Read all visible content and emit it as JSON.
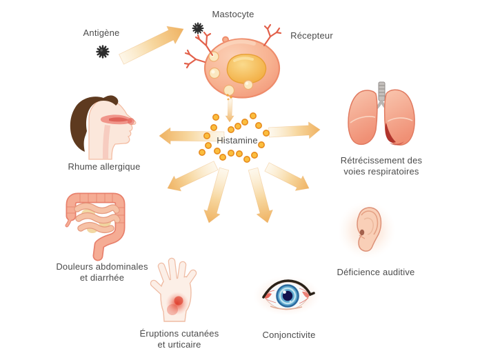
{
  "figure": {
    "title_theme": "histamine-allergy-diagram",
    "background": "#FFFFFF",
    "text_color": "#4A4A4A",
    "labels": {
      "antigen": "Antigène",
      "mastocyte": "Mastocyte",
      "receptor": "Récepteur",
      "histamine": "Histamine"
    },
    "effects": [
      {
        "id": "rhume-allergique",
        "icon": "head-profile-nose-icon",
        "lines": [
          "Rhume allergique"
        ]
      },
      {
        "id": "voies-respiratoires",
        "icon": "lungs-icon",
        "lines": [
          "Rétrécissement des",
          "voies respiratoires"
        ]
      },
      {
        "id": "douleurs-abdominales",
        "icon": "intestines-icon",
        "lines": [
          "Douleurs abdominales",
          "et diarrhée"
        ]
      },
      {
        "id": "eruptions-cutanees",
        "icon": "hand-rash-icon",
        "lines": [
          "Éruptions cutanées",
          "et urticaire"
        ]
      },
      {
        "id": "conjonctivite",
        "icon": "eye-icon",
        "lines": [
          "Conjonctivite"
        ]
      },
      {
        "id": "deficience-auditive",
        "icon": "ear-icon",
        "lines": [
          "Déficience auditive"
        ]
      }
    ],
    "colors": {
      "arrow": "#EFB262",
      "arrow_pale": "#FCF1DA",
      "histamine_dot": "#FBBE3E",
      "histamine_dot_ring": "#E78B1E",
      "mast_cell": "#F6AE8C",
      "mast_cell_outline": "#EE8C6B",
      "nucleus": "#F0A93E",
      "receptor_red": "#E2604A",
      "antigen_dark": "#2D2D2D",
      "inflamed_red": "#D9534A",
      "hair_brown": "#5E3A1F"
    },
    "histamine_dot_count": 18,
    "radiating_arrow_count": 6
  }
}
